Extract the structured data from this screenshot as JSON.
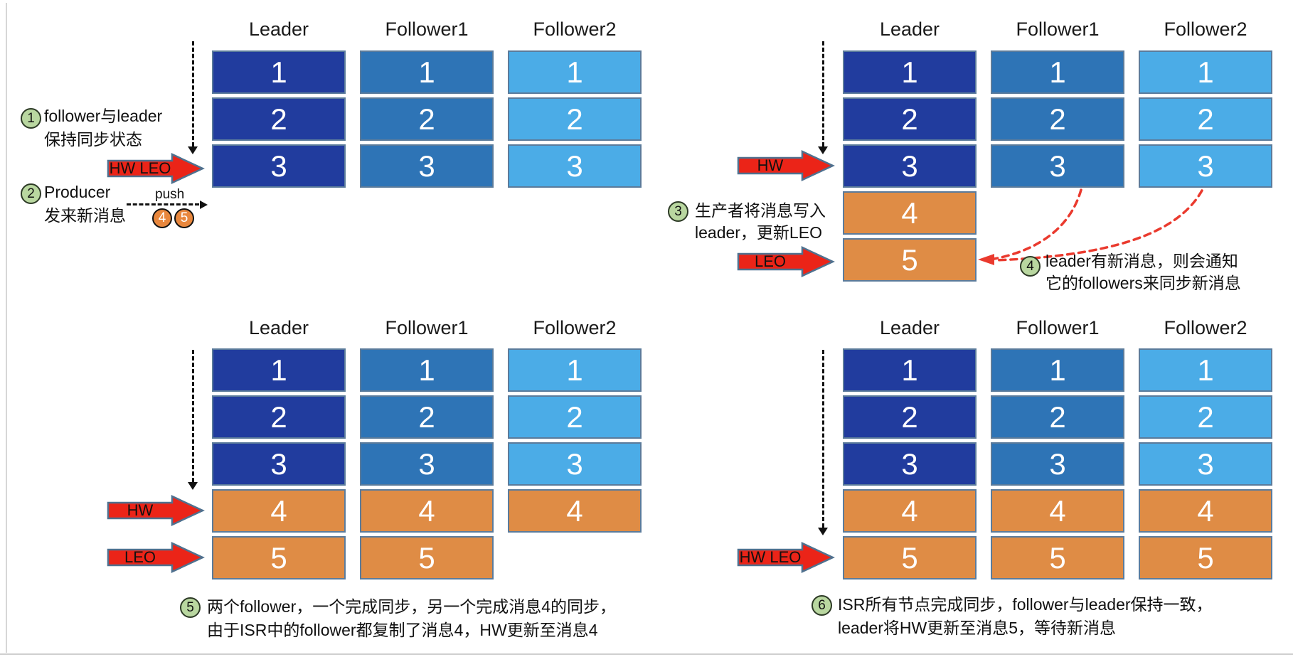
{
  "title": "Kafka HW / LEO replication steps diagram",
  "colors": {
    "leader_blue": "#213c9e",
    "follower1_blue": "#2e74b6",
    "follower2_blue": "#4bace7",
    "new_message_orange": "#df8c45",
    "cell_border": "#5b7b9b",
    "pointer_arrow_red": "#eb2418",
    "pointer_arrow_border": "#4f718f",
    "step_badge_green": "#b9d7a0",
    "message_badge_orange": "#e8873d",
    "notify_dashed_red": "#ea3a2e"
  },
  "q1": {
    "headers": {
      "leader": "Leader",
      "f1": "Follower1",
      "f2": "Follower2"
    },
    "leader_cells": [
      "1",
      "2",
      "3"
    ],
    "f1_cells": [
      "1",
      "2",
      "3"
    ],
    "f2_cells": [
      "1",
      "2",
      "3"
    ],
    "arrow_hw_leo": "HW LEO"
  },
  "q2": {
    "headers": {
      "leader": "Leader",
      "f1": "Follower1",
      "f2": "Follower2"
    },
    "leader_cells": [
      "1",
      "2",
      "3",
      "4",
      "5"
    ],
    "f1_cells": [
      "1",
      "2",
      "3"
    ],
    "f2_cells": [
      "1",
      "2",
      "3"
    ],
    "arrow_hw": "HW",
    "arrow_leo": "LEO"
  },
  "q3": {
    "headers": {
      "leader": "Leader",
      "f1": "Follower1",
      "f2": "Follower2"
    },
    "leader_cells": [
      "1",
      "2",
      "3",
      "4",
      "5"
    ],
    "f1_cells": [
      "1",
      "2",
      "3",
      "4",
      "5"
    ],
    "f2_cells": [
      "1",
      "2",
      "3",
      "4"
    ],
    "arrow_hw": "HW",
    "arrow_leo": "LEO"
  },
  "q4": {
    "headers": {
      "leader": "Leader",
      "f1": "Follower1",
      "f2": "Follower2"
    },
    "leader_cells": [
      "1",
      "2",
      "3",
      "4",
      "5"
    ],
    "f1_cells": [
      "1",
      "2",
      "3",
      "4",
      "5"
    ],
    "f2_cells": [
      "1",
      "2",
      "3",
      "4",
      "5"
    ],
    "arrow_hw_leo": "HW LEO"
  },
  "annotations": {
    "a1": {
      "badge": "1",
      "line1": "follower与leader",
      "line2": "保持同步状态"
    },
    "a2": {
      "badge": "2",
      "line1": "Producer",
      "line2": "发来新消息",
      "push_label": "push",
      "msg4": "4",
      "msg5": "5"
    },
    "a3": {
      "badge": "3",
      "line1": "生产者将消息写入",
      "line2": "leader，更新LEO"
    },
    "a4": {
      "badge": "4",
      "line1": "leader有新消息，则会通知",
      "line2": "它的followers来同步新消息"
    },
    "a5": {
      "badge": "5",
      "line1": "两个follower，一个完成同步，另一个完成消息4的同步，",
      "line2": "由于ISR中的follower都复制了消息4，HW更新至消息4"
    },
    "a6": {
      "badge": "6",
      "line1": "ISR所有节点完成同步，follower与leader保持一致，",
      "line2": "leader将HW更新至消息5，等待新消息"
    }
  }
}
